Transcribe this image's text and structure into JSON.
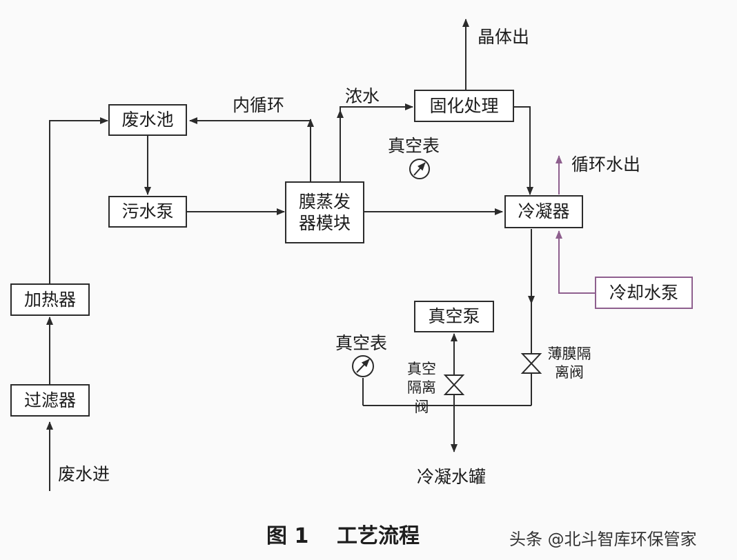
{
  "colors": {
    "line": "#2b2b2b",
    "accent": "#8e5f8e"
  },
  "nodes": {
    "wastewater_pool": "废水池",
    "sewage_pump": "污水泵",
    "heater": "加热器",
    "filter": "过滤器",
    "membrane_module": "膜蒸发器模块",
    "solidification": "固化处理",
    "condenser": "冷凝器",
    "cooling_water_pump": "冷却水泵",
    "vacuum_pump": "真空泵"
  },
  "labels": {
    "wastewater_in": "废水进",
    "inner_circulation": "内循环",
    "concentrate": "浓水",
    "crystal_out": "晶体出",
    "vacuum_gauge_top": "真空表",
    "circulating_water_out": "循环水出",
    "vacuum_gauge_bottom": "真空表",
    "vacuum_isolation_valve": "真空隔离阀",
    "membrane_isolation_valve": "薄膜隔离阀",
    "condensate_tank": "冷凝水罐"
  },
  "caption": {
    "figure_number": "图 1",
    "title": "工艺流程"
  },
  "watermark": "头条 @北斗智库环保管家",
  "icons": [
    "vacuum-gauge-icon",
    "gate-valve-icon",
    "arrowhead-icon"
  ]
}
